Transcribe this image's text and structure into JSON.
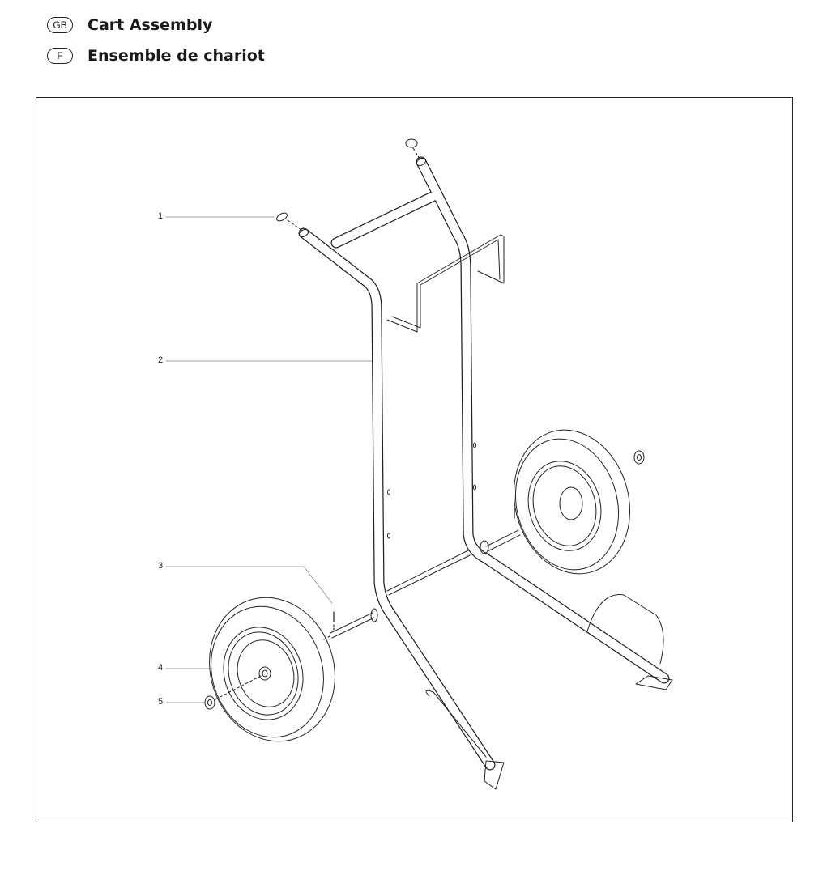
{
  "header": {
    "lines": [
      {
        "lang_code": "GB",
        "title": "Cart Assembly"
      },
      {
        "lang_code": "F",
        "title": "Ensemble de chariot"
      }
    ]
  },
  "diagram": {
    "callouts": [
      "1",
      "2",
      "3",
      "4",
      "5"
    ]
  }
}
